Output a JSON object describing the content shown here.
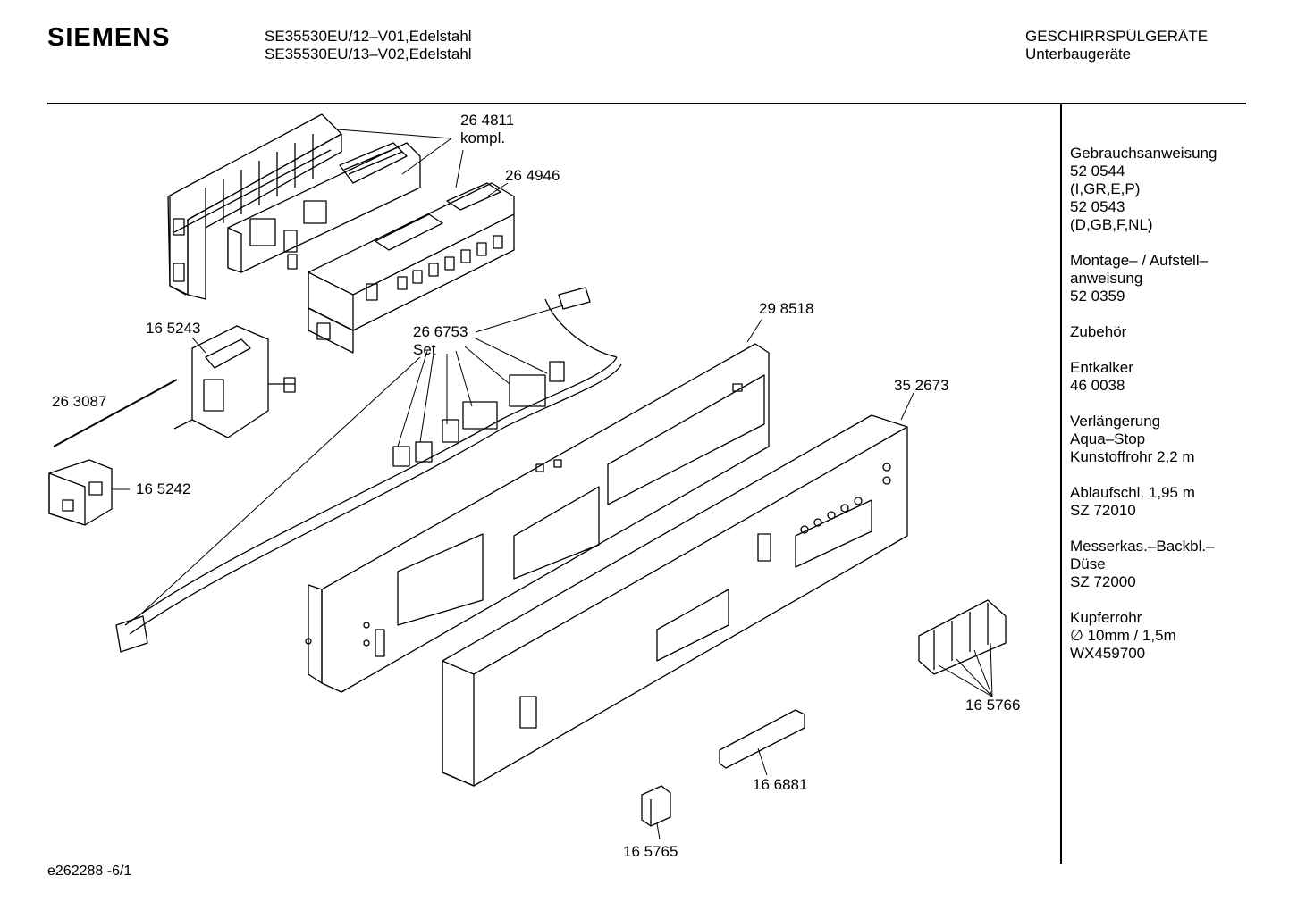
{
  "header": {
    "brand": "SIEMENS",
    "model_lines": [
      "SE35530EU/12–V01,Edelstahl",
      "SE35530EU/13–V02,Edelstahl"
    ],
    "category_lines": [
      "GESCHIRRSPÜLGERÄTE",
      "Unterbaugeräte"
    ]
  },
  "part_labels": {
    "p264811": "26 4811",
    "p264811_sub": "kompl.",
    "p264946": "26 4946",
    "p298518": "29 8518",
    "p165243": "16 5243",
    "p266753": "26 6753",
    "p266753_sub": "Set",
    "p263087": "26 3087",
    "p352673": "35 2673",
    "p165242": "16 5242",
    "p165766": "16 5766",
    "p166881": "16 6881",
    "p165765": "16 5765"
  },
  "sidebar": {
    "blocks": [
      [
        "Gebrauchsanweisung",
        "52 0544",
        "(I,GR,E,P)",
        "52 0543",
        "(D,GB,F,NL)"
      ],
      [
        "Montage– / Aufstell–",
        "anweisung",
        "52 0359"
      ],
      [
        "Zubehör"
      ],
      [
        "Entkalker",
        "46 0038"
      ],
      [
        "Verlängerung",
        "Aqua–Stop",
        "Kunstoffrohr 2,2 m"
      ],
      [
        "Ablaufschl. 1,95 m",
        "SZ 72010"
      ],
      [
        "Messerkas.–Backbl.–",
        "Düse",
        "SZ 72000"
      ],
      [
        "Kupferrohr",
        "∅ 10mm / 1,5m",
        "WX459700"
      ]
    ]
  },
  "footer": {
    "ref": "e262288 -6/1"
  }
}
